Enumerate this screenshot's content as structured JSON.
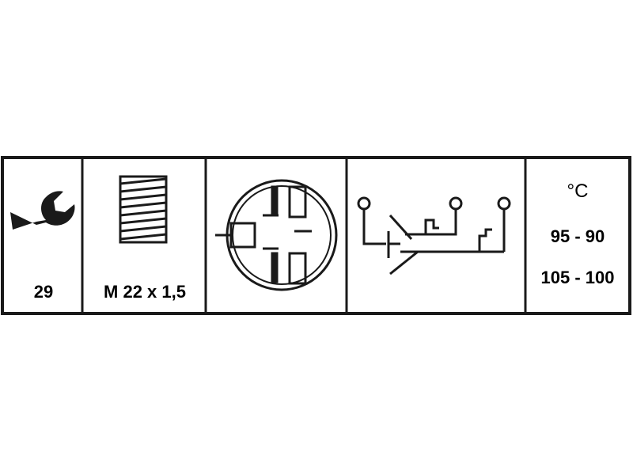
{
  "wrench": {
    "size": "29"
  },
  "thread": {
    "spec": "M 22 x 1,5"
  },
  "temperature": {
    "unit": "°C",
    "rows": [
      "95 - 90",
      "105 - 100"
    ]
  },
  "colors": {
    "ink": "#1a1a1a",
    "background": "#ffffff"
  }
}
